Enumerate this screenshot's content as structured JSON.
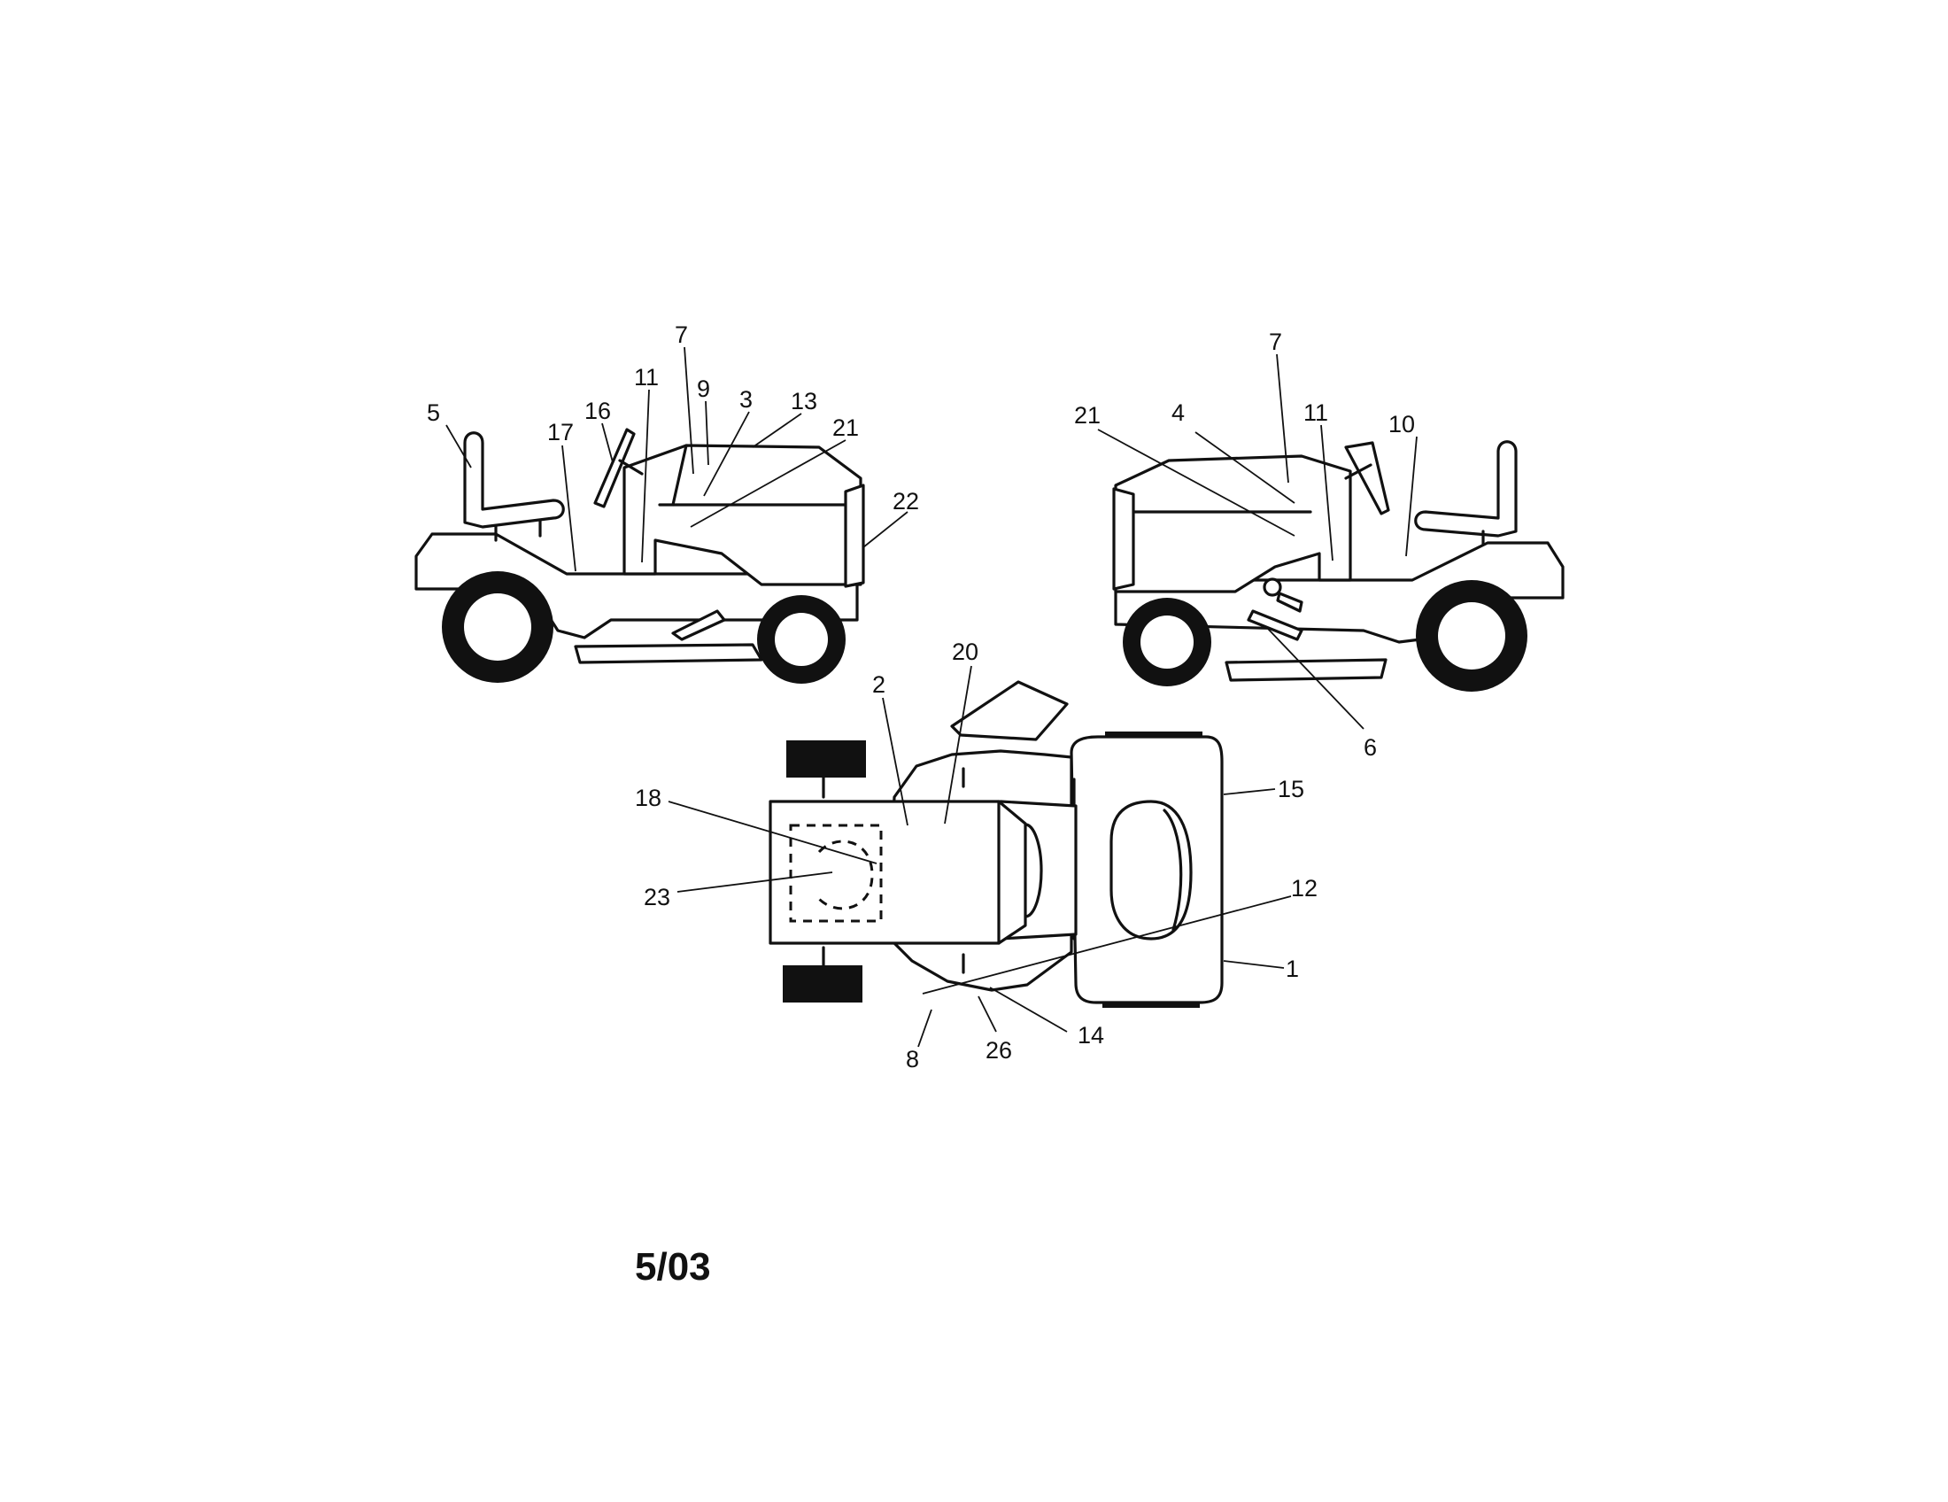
{
  "diagram": {
    "date_code": "5/03",
    "left_view_callouts": [
      "5",
      "16",
      "11",
      "7",
      "9",
      "3",
      "13",
      "21",
      "17",
      "22"
    ],
    "right_view_callouts": [
      "7",
      "21",
      "4",
      "11",
      "10",
      "6"
    ],
    "top_view_callouts": [
      "2",
      "20",
      "18",
      "23",
      "15",
      "12",
      "1",
      "8",
      "26",
      "14"
    ]
  }
}
